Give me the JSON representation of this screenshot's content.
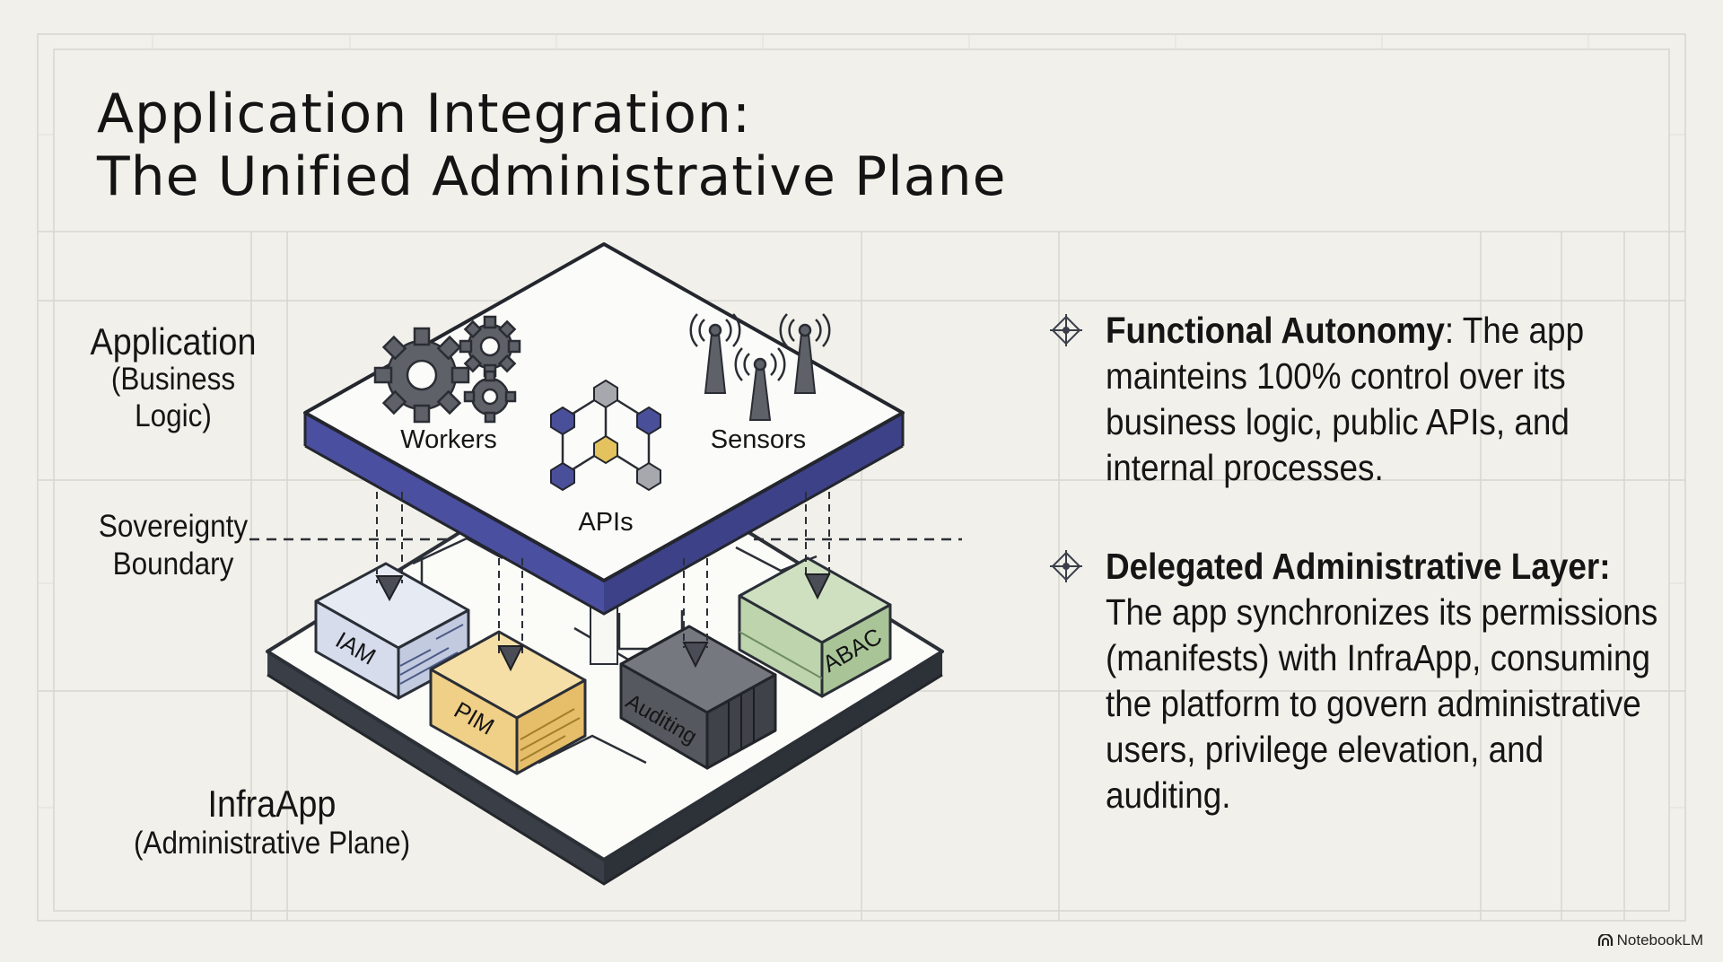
{
  "title": {
    "line1": "Application Integration:",
    "line2": "The Unified Administrative Plane"
  },
  "diagram": {
    "application_label": [
      "Application",
      "(Business",
      "Logic)"
    ],
    "sovereignty_label": [
      "Sovereignty",
      "Boundary"
    ],
    "infra_label": [
      "InfraApp",
      "(Administrative Plane)"
    ],
    "top_items": {
      "workers": "Workers",
      "apis": "APIs",
      "sensors": "Sensors"
    },
    "boxes": {
      "iam": "IAM",
      "pim": "PIM",
      "auditing": "Auditing",
      "abac": "ABAC"
    },
    "colors": {
      "top_plate_edge": "#4b4f9f",
      "base_plate_edge": "#353a42",
      "iam": "#d6dcec",
      "pim": "#f0cf86",
      "auditing": "#55585f",
      "abac": "#bdd4ad",
      "api_node": "#4a4f9a",
      "api_center": "#e4c35e"
    }
  },
  "bullets": [
    {
      "icon": "diamond-target-icon",
      "head": "Functional Autonomy",
      "text": ": The app mainteins 100% control over its business logic, public APIs, and internal processes."
    },
    {
      "icon": "diamond-target-icon",
      "head": "Delegated Administrative Layer:",
      "text": " The app synchronizes its permissions (manifests) with InfraApp, consuming the platform to govern administrative users, privilege elevation, and auditing."
    }
  ],
  "branding": {
    "name": "NotebookLM",
    "icon": "notebooklm-logo-icon"
  }
}
